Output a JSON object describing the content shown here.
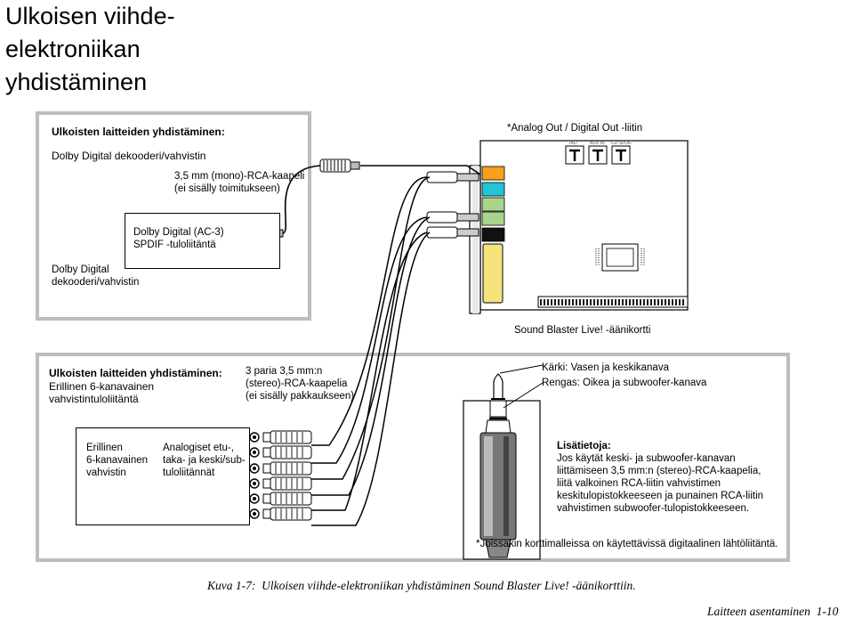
{
  "title": {
    "line1": "Ulkoisen viihde-",
    "line2": "elektroniikan",
    "line3": "yhdistäminen"
  },
  "top_panel": {
    "heading_bold": "Ulkoisten laitteiden yhdistäminen:",
    "heading_sub": "Dolby Digital dekooderi/vahvistin",
    "cable_line1": "3,5 mm (mono)-RCA-kaapeli",
    "cable_line2": "(ei sisälly toimitukseen)",
    "spdif_line1": "Dolby Digital (AC-3)",
    "spdif_line2": "SPDIF -tuloliitäntä",
    "device_line1": "Dolby Digital",
    "device_line2": "dekooderi/vahvistin"
  },
  "card": {
    "analog_out_label": "*Analog Out / Digital Out -liitin",
    "name": "Sound Blaster Live! -äänikortti",
    "header_labels": [
      "TAD",
      "AUX IN",
      "CD SPDIF"
    ]
  },
  "bottom_panel": {
    "heading_bold": "Ulkoisten laitteiden yhdistäminen:",
    "heading_sub1": "Erillinen 6-kanavainen",
    "heading_sub2": "vahvistintuloliitäntä",
    "cables_line1": "3 paria 3,5 mm:n",
    "cables_line2": "(stereo)-RCA-kaapelia",
    "cables_line3": "(ei sisälly pakkaukseen)",
    "plug_line1": "Kärki: Vasen ja keskikanava",
    "plug_line2": "Rengas: Oikea ja subwoofer-kanava",
    "amp_line1": "Erillinen",
    "amp_line2": "6-kanavainen",
    "amp_line3": "vahvistin",
    "inputs_line1": "Analogiset etu-,",
    "inputs_line2": "taka- ja keski/sub-",
    "inputs_line3": "tuloliitännät",
    "info_heading": "Lisätietoja:",
    "info_lines": [
      "Jos käytät keski- ja subwoofer-kanavan",
      "liittämiseen 3,5 mm:n (stereo)-RCA-kaapelia,",
      "liitä valkoinen RCA-liitin vahvistimen",
      "keskitulopistokkeeseen ja punainen RCA-liitin",
      "vahvistimen subwoofer-tulopistokkeeseen."
    ],
    "footnote": "*Joissakin korttimalleissa on käytettävissä digitaalinen lähtöliitäntä."
  },
  "caption": "Kuva 1-7:  Ulkoisen viihde-elektroniikan yhdistäminen Sound Blaster Live! -äänikorttiin.",
  "footer": "Laitteen asentaminen  1-10",
  "colors": {
    "frame": "#bdbdbd",
    "jack_orange": "#f4a21c",
    "jack_cyan": "#23c4d6",
    "jack_green": "#a8d48c",
    "jack_black": "#111111",
    "connector_yellow": "#f3e37a"
  }
}
